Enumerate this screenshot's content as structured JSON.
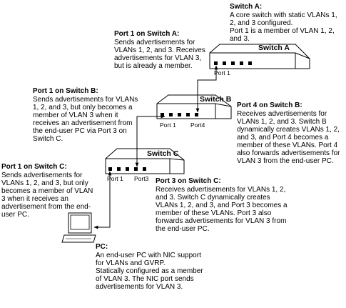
{
  "switches": {
    "a": {
      "name": "Switch A",
      "port1_label": "Port 1"
    },
    "b": {
      "name": "Switch B",
      "port1_label": "Port 1",
      "port4_label": "Port4"
    },
    "c": {
      "name": "Switch C",
      "port1_label": "Port 1",
      "port3_label": "Port3"
    }
  },
  "callouts": {
    "switch_a": {
      "title": "Switch A:",
      "lines": [
        "A core switch with static VLANs 1,",
        "2, and 3 configured.",
        "Port 1 is a member of VLAN 1, 2,",
        "and 3."
      ]
    },
    "port1_a": {
      "title": "Port 1 on Switch A:",
      "lines": [
        "Sends advertisements for",
        "VLANs 1, 2, and 3. Receives",
        "advertisements for VLAN 3,",
        "but is already a member."
      ]
    },
    "port1_b": {
      "title": "Port 1 on Switch B:",
      "lines": [
        "Sends advertisements for VLANs",
        "1, 2, and 3, but only becomes a",
        "member of VLAN 3 when it",
        "receives an advertisement from",
        "the end-user PC via Port 3 on",
        "Switch C."
      ]
    },
    "port4_b": {
      "title": "Port 4 on Switch B:",
      "lines": [
        "Receives advertisements for",
        "VLANs 1, 2, and 3. Switch B",
        "dynamically creates VLANs 1, 2,",
        "and 3, and Port 4 becomes a",
        "member of these VLANs. Port 4",
        "also forwards advertisements for",
        "VLAN 3 from the end-user PC."
      ]
    },
    "port1_c": {
      "title": "Port 1 on Switch C:",
      "lines": [
        "Sends advertisements for",
        "VLANs 1, 2, and 3, but only",
        "becomes a member of VLAN",
        "3 when it receives an",
        "advertisement from the end-",
        "user PC."
      ]
    },
    "port3_c": {
      "title": "Port 3 on Switch C:",
      "lines": [
        "Receives advertisements for VLANs 1, 2,",
        "and 3. Switch C dynamically creates",
        "VLANs 1, 2, and 3, and Port 3 becomes a",
        "member of these VLANs. Port 3 also",
        "forwards advertisements for VLAN 3 from",
        "the end-user PC."
      ]
    },
    "pc": {
      "title": "PC:",
      "lines": [
        "An end-user PC with NIC support",
        "for VLANs and GVRP.",
        "Statically configured as a member",
        "of VLAN 3. The NIC port sends",
        "advertisements for VLAN 3."
      ]
    }
  }
}
